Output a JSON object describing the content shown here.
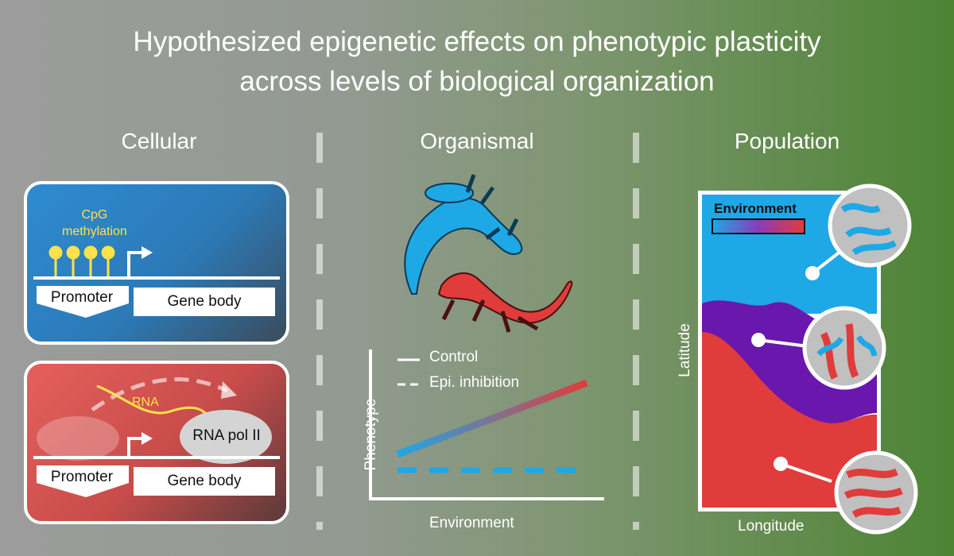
{
  "title": {
    "line1": "Hypothesized epigenetic effects on phenotypic plasticity",
    "line2": "across levels of biological organization"
  },
  "sections": {
    "cellular": "Cellular",
    "organismal": "Organismal",
    "population": "Population"
  },
  "cellular": {
    "top_panel": {
      "cpg_line1": "CpG",
      "cpg_line2": "methylation",
      "promoter": "Promoter",
      "gene_body": "Gene body"
    },
    "bottom_panel": {
      "rna": "RNA",
      "rna_pol": "RNA pol II",
      "promoter": "Promoter",
      "gene_body": "Gene body"
    }
  },
  "organismal": {
    "legend_control": "Control",
    "legend_epi": "Epi. inhibition",
    "ylabel": "Phenotype",
    "xlabel": "Environment"
  },
  "population": {
    "legend_title": "Environment",
    "ylabel": "Latitude",
    "xlabel": "Longitude"
  },
  "colors": {
    "blue": "#1ea8e6",
    "purple": "#6a17ad",
    "red": "#e03c3c",
    "yellow": "#ffe24a"
  }
}
